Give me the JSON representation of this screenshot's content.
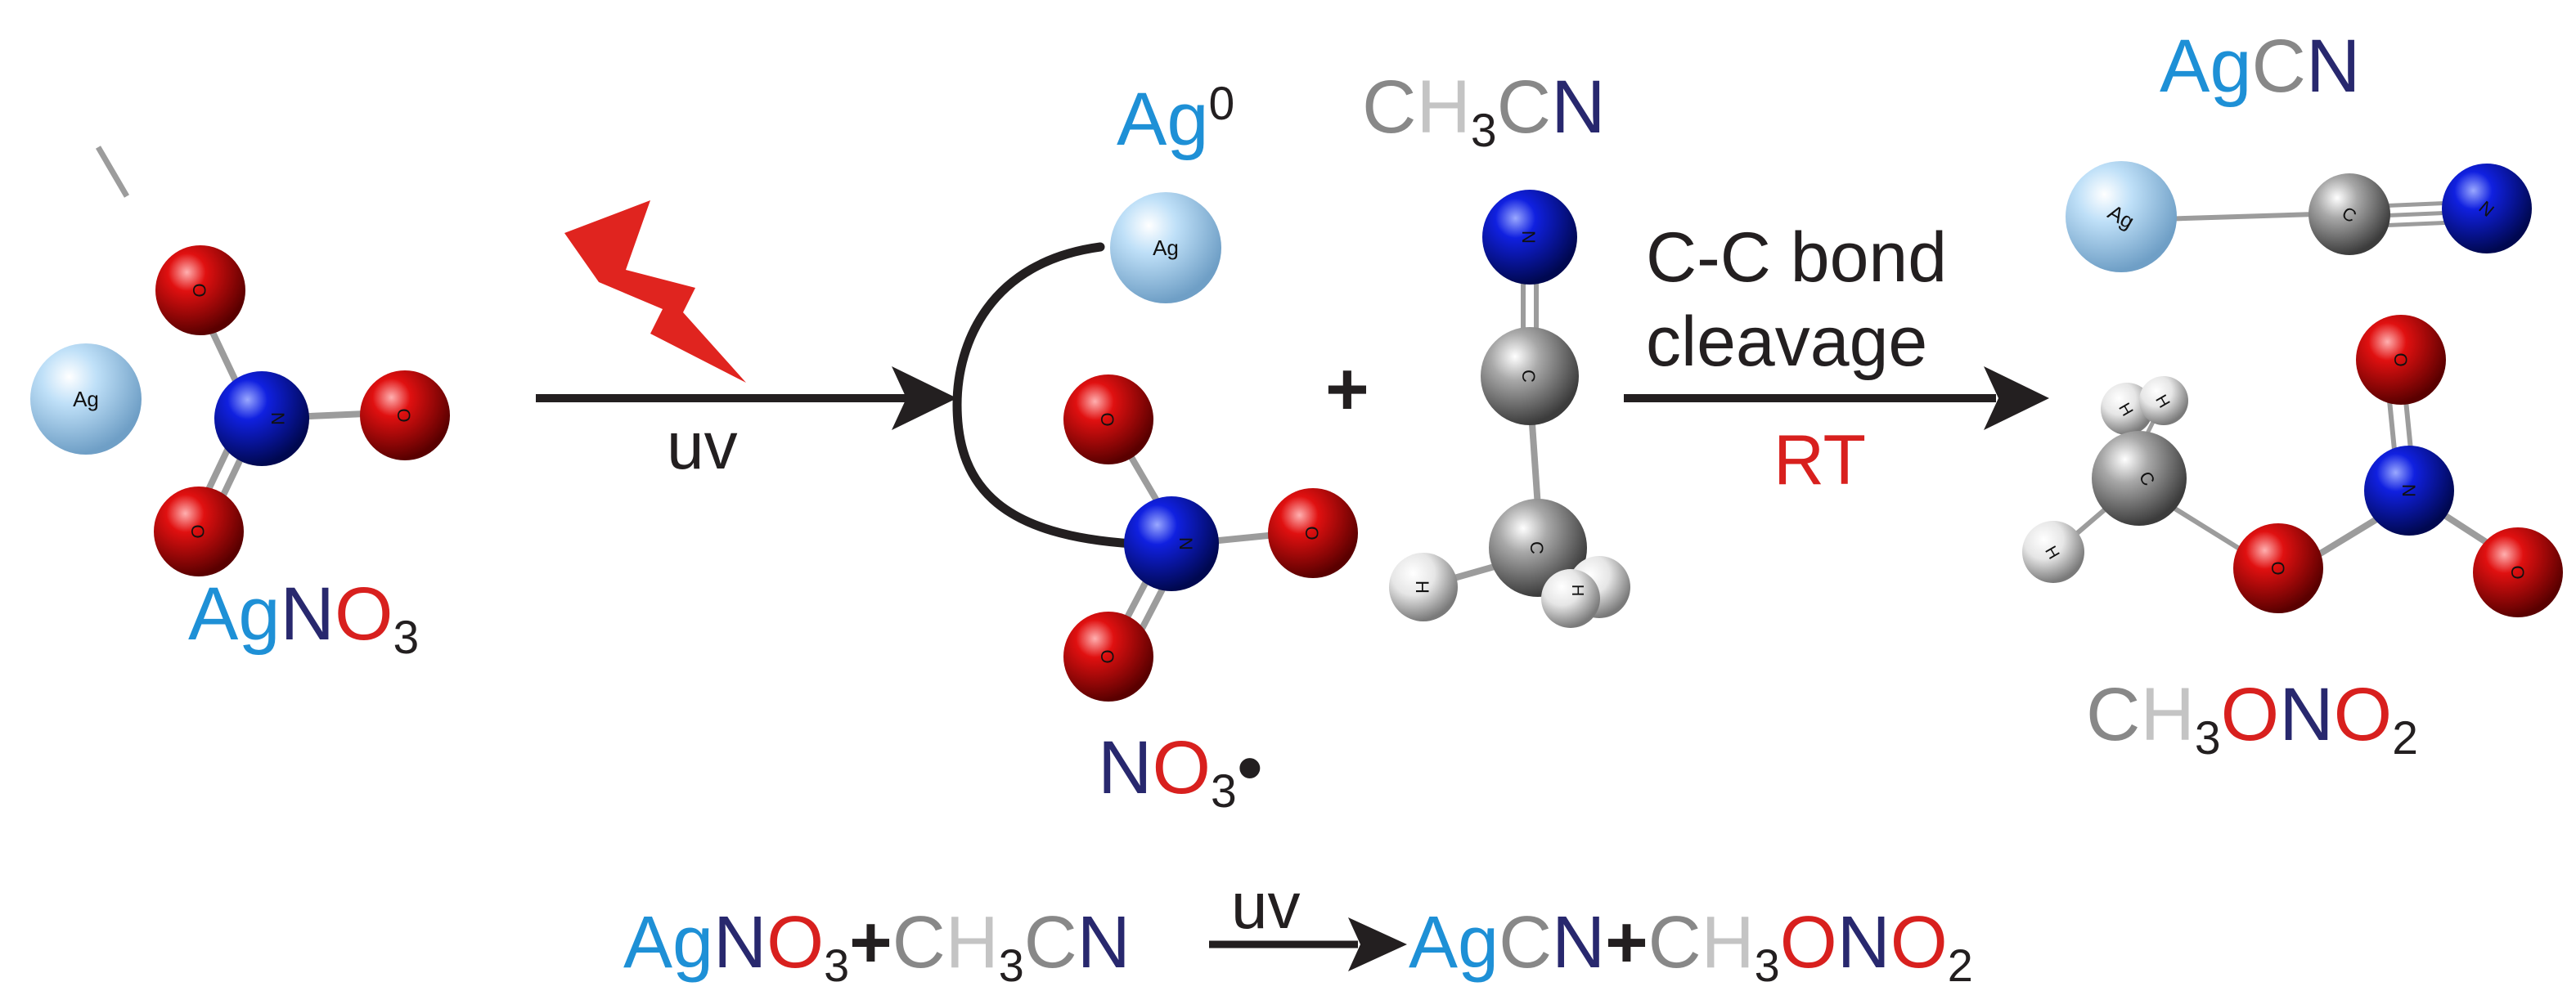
{
  "colors": {
    "ag_blue": "#1e90d6",
    "n_navy": "#28286e",
    "o_red": "#d8201e",
    "c_gray": "#888888",
    "h_lightgray": "#c4c4c4",
    "black": "#231f20",
    "lightning_red": "#e0241f",
    "atom_ag": "#a9d0ef",
    "atom_n": "#0a14c8",
    "atom_o": "#d81010",
    "atom_c": "#9a9a9a",
    "atom_h": "#eeeeee"
  },
  "atom_letters": {
    "ag": "Ag",
    "n": "N",
    "o": "O",
    "c": "C",
    "h": "H"
  },
  "reactant": {
    "ag": "Ag",
    "n": "N",
    "o": "O",
    "sub3": "3"
  },
  "step1": {
    "condition": "uv",
    "icon": "lightning-bolt-icon"
  },
  "intermediate": {
    "ag": "Ag",
    "sup0": "0",
    "n": "N",
    "o": "O",
    "sub3": "3",
    "dot": "•"
  },
  "plus_sign": "+",
  "acetonitrile": {
    "c1": "C",
    "h": "H",
    "sub3": "3",
    "c2": "C",
    "n": "N"
  },
  "step2": {
    "line1": "C-C bond",
    "line2": "cleavage",
    "condition": "RT"
  },
  "product1": {
    "ag": "Ag",
    "c": "C",
    "n": "N"
  },
  "product2": {
    "c": "C",
    "h": "H",
    "sub3": "3",
    "o1": "O",
    "n": "N",
    "o2": "O",
    "sub2": "2"
  },
  "equation": {
    "ag": "Ag",
    "n1": "N",
    "o1": "O",
    "sub3a": "3",
    "plus1": "+",
    "c1": "C",
    "h": "H",
    "sub3b": "3",
    "c2": "C",
    "n2": "N",
    "arrow_label": "uv",
    "ag2": "Ag",
    "c3": "C",
    "n3": "N",
    "plus2": "+",
    "c4": "C",
    "h2": "H",
    "sub3c": "3",
    "o2": "O",
    "n4": "N",
    "o3": "O",
    "sub2": "2"
  }
}
